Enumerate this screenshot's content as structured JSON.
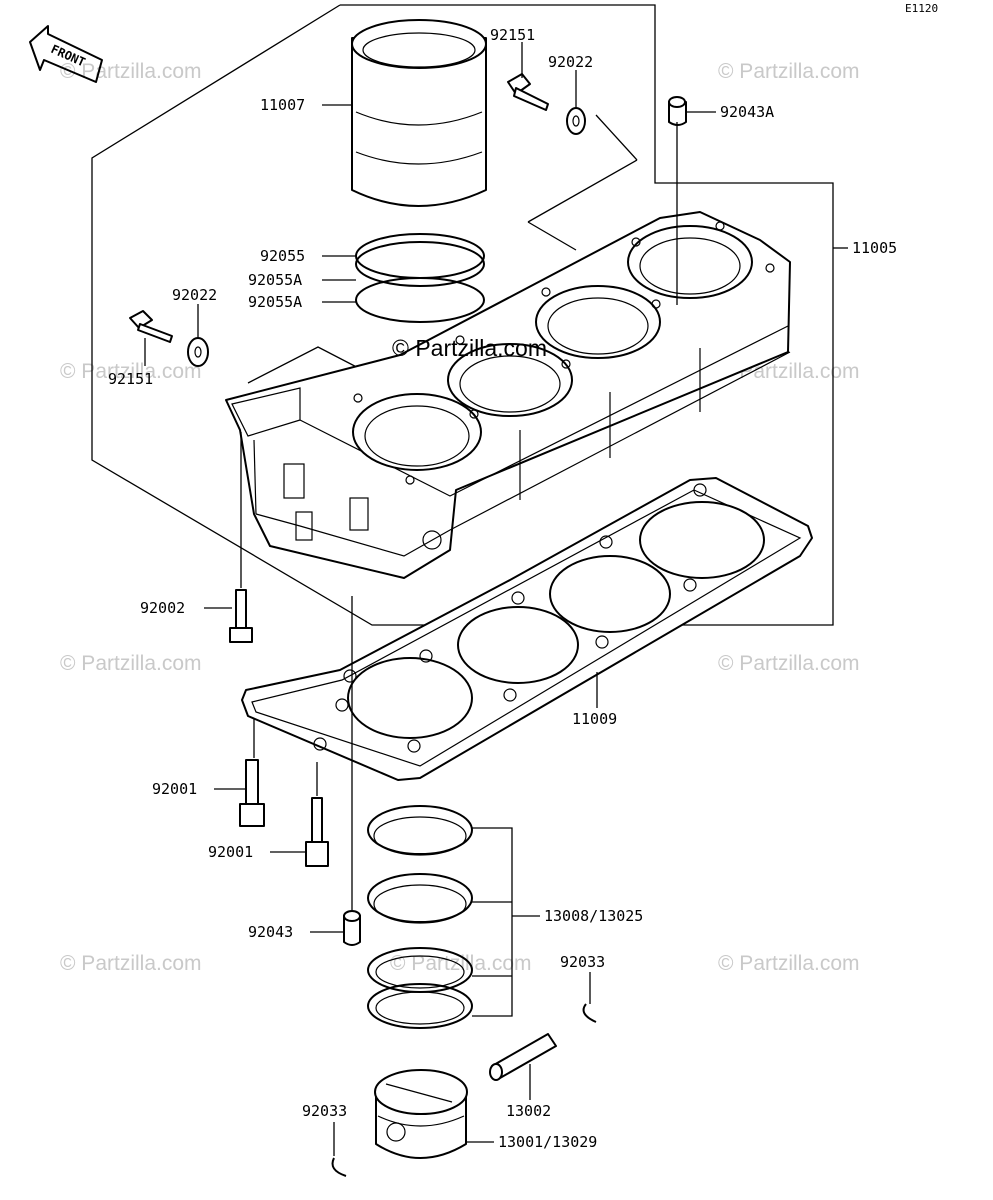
{
  "diagram_code": "E1120",
  "front_label": "FRONT",
  "watermark": "© Partzilla.com",
  "center_watermark": "© Partzilla.com",
  "parts": {
    "p11007": "11007",
    "p92151_top": "92151",
    "p92022_top": "92022",
    "p92043A": "92043A",
    "p92055": "92055",
    "p92055A_1": "92055A",
    "p92055A_2": "92055A",
    "p92022_left": "92022",
    "p92151_left": "92151",
    "p11005": "11005",
    "p92002": "92002",
    "p11009": "11009",
    "p92001_a": "92001",
    "p92001_b": "92001",
    "p13008": "13008/13025",
    "p92043": "92043",
    "p92033_right": "92033",
    "p13002": "13002",
    "p92033_left": "92033",
    "p13001": "13001/13029"
  }
}
